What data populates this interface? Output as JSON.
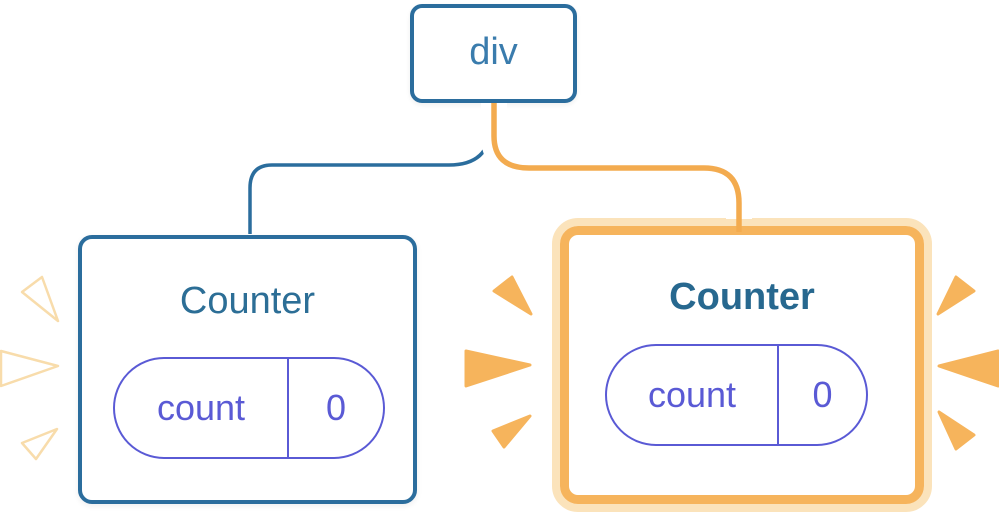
{
  "diagram": {
    "description": "React render tree: div root with two Counter children; second Counter just re-rendered (highlighted)",
    "root_node": {
      "label": "div"
    },
    "children": [
      {
        "label": "Counter",
        "highlighted": false,
        "spark_state": "faded",
        "state": {
          "key": "count",
          "value": "0"
        }
      },
      {
        "label": "Counter",
        "highlighted": true,
        "spark_state": "active",
        "state": {
          "key": "count",
          "value": "0"
        }
      }
    ]
  },
  "theme": {
    "background": "#ffffff",
    "node-blue": "#2b6d9d",
    "node-text-blue": "#3a7cad",
    "title-blue": "#2c6e96",
    "state-purple": "#5a5ad5",
    "highlight-orange": "#f6b45c",
    "highlight-cream": "#fbe3bb",
    "connector-orange": "#f3ab4f",
    "faded-spark-fill": "#ffffff",
    "faded-spark-edge": "#f8dcab"
  }
}
